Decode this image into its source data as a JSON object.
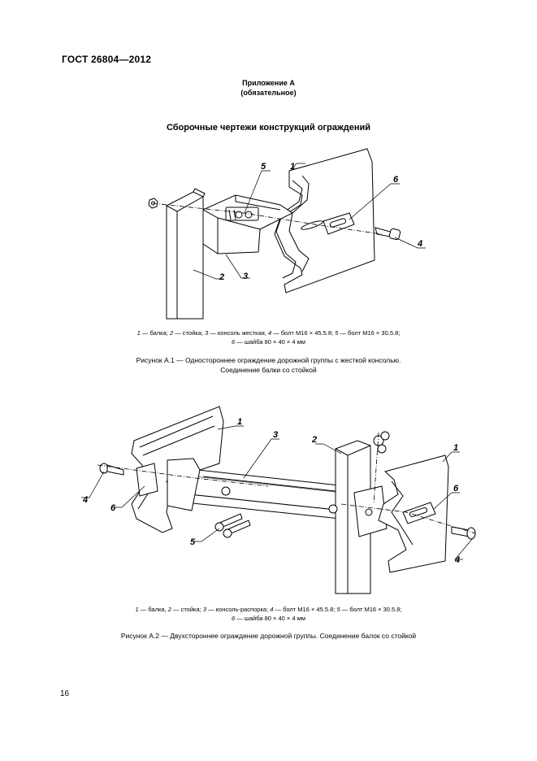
{
  "header": {
    "standard": "ГОСТ 26804—2012"
  },
  "annex": {
    "title": "Приложение А",
    "status": "(обязательное)"
  },
  "section": {
    "title": "Сборочные чертежи конструкций ограждений"
  },
  "figure1": {
    "callouts": [
      "1",
      "2",
      "3",
      "4",
      "5",
      "6"
    ],
    "legend": [
      {
        "num": "1",
        "text": " — балка; "
      },
      {
        "num": "2",
        "text": " — стойка; "
      },
      {
        "num": "3",
        "text": " — консоль жесткая, "
      },
      {
        "num": "4",
        "text": " — болт М16 × 45.5.8; "
      },
      {
        "num": "5",
        "text": " — болт М16 × 30.5.8;"
      },
      {
        "num": "6",
        "text": " — шайба 80 × 40 × 4 мм"
      }
    ],
    "caption_line1": "Рисунок А.1 — Одностороннее ограждение дорожной группы с жесткой консолью.",
    "caption_line2": "Соединение балки со стойкой"
  },
  "figure2": {
    "callouts": [
      "1",
      "3",
      "2",
      "1",
      "6",
      "4",
      "6",
      "5",
      "4"
    ],
    "legend": [
      {
        "num": "1",
        "text": " — балка, "
      },
      {
        "num": "2",
        "text": " — стойка; "
      },
      {
        "num": "3",
        "text": " — консоль-распорка; "
      },
      {
        "num": "4",
        "text": " — болт М16 × 45.5.8; "
      },
      {
        "num": "5",
        "text": " — болт М16 × 30.5.8;"
      },
      {
        "num": "6",
        "text": " — шайба 80 × 40 × 4 мм"
      }
    ],
    "caption": "Рисунок А.2 — Двухстороннее ограждение дорожной группы. Соединение балок со стойкой"
  },
  "footer": {
    "page_number": "16"
  }
}
